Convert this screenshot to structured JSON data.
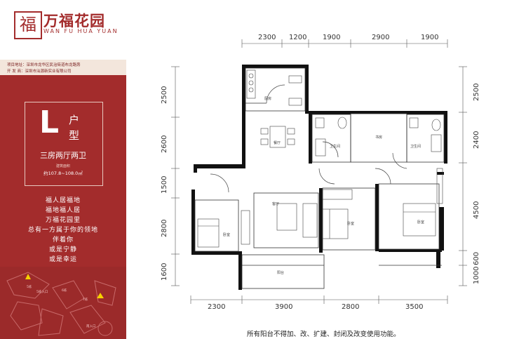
{
  "brand": {
    "logo_glyph": "福",
    "name_cn": "万福花园",
    "name_en": "WAN FU HUA YUAN"
  },
  "info": {
    "address": "项目地址：深圳市龙华区民治街道布龙路旁",
    "developer": "开 发 商：深圳市汕源新实业有限公司"
  },
  "unit": {
    "letter": "L",
    "hu": "户",
    "xing": "型",
    "description": "三房两厅两卫",
    "area_label": "建筑面积",
    "area": "约107.8~108.0㎡"
  },
  "poem": [
    "福人居福地",
    "福地福人居",
    "万福花园里",
    "总有一方属于你的领地",
    "伴着你",
    "或是宁静",
    "或是幸运"
  ],
  "map_labels": [
    "5栋",
    "5栋入口",
    "6栋",
    "7栋",
    "南入口"
  ],
  "dimensions": {
    "top": [
      "2300",
      "1200",
      "1900",
      "2900",
      "1900"
    ],
    "bottom": [
      "2300",
      "3900",
      "2800",
      "3500"
    ],
    "left": [
      "2500",
      "2600",
      "1500",
      "2800",
      "1600"
    ],
    "right": [
      "2500",
      "2400",
      "4500",
      "600",
      "1000"
    ]
  },
  "rooms": {
    "kitchen": "厨房",
    "dining": "餐厅",
    "living": "客厅",
    "bath1": "卫生间",
    "bath2": "卫生间",
    "study": "书房",
    "bed1": "卧室",
    "bed2": "卧室",
    "bed3": "卧室",
    "balcony": "阳台"
  },
  "colors": {
    "accent": "#a32c2c",
    "wall": "#111111"
  },
  "footer": "所有阳台不得加、改、扩建、封闭及改变使用功能。"
}
